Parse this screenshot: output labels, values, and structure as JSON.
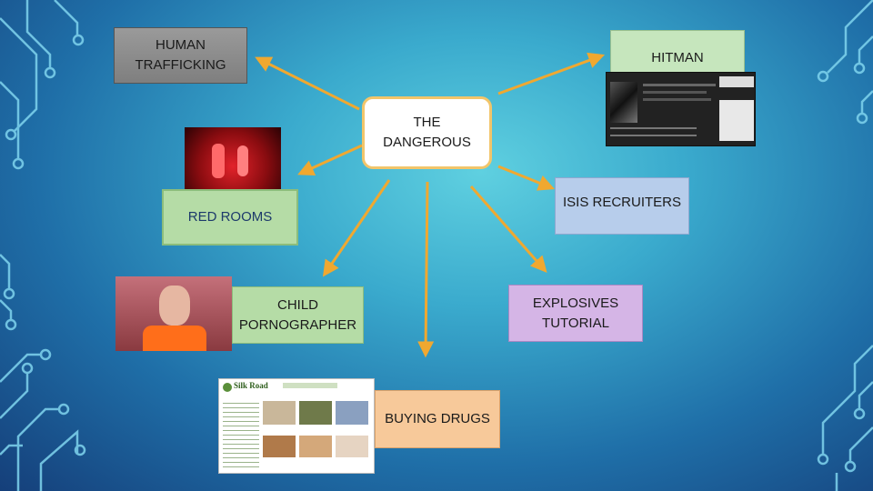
{
  "slide": {
    "center": {
      "label_line1": "THE",
      "label_line2": "DANGEROUS"
    },
    "nodes": {
      "human_trafficking": {
        "line1": "HUMAN",
        "line2": "TRAFFICKING"
      },
      "hitman": {
        "label": "HITMAN"
      },
      "red_rooms": {
        "label": "RED ROOMS"
      },
      "isis": {
        "label": "ISIS RECRUITERS"
      },
      "child": {
        "line1": "CHILD",
        "line2": "PORNOGRAPHER"
      },
      "explosives": {
        "line1": "EXPLOSIVES",
        "line2": "TUTORIAL"
      },
      "drugs": {
        "label": "BUYING DRUGS"
      }
    },
    "silk_road": {
      "logo": "Silk Road"
    }
  },
  "colors": {
    "arrow": "#f0a830",
    "box_gray": "#8a8a8a",
    "box_green": "#b5dca6",
    "box_blue": "#b7cdeb",
    "box_purple": "#d5b5e6",
    "box_peach": "#f7c99a"
  }
}
